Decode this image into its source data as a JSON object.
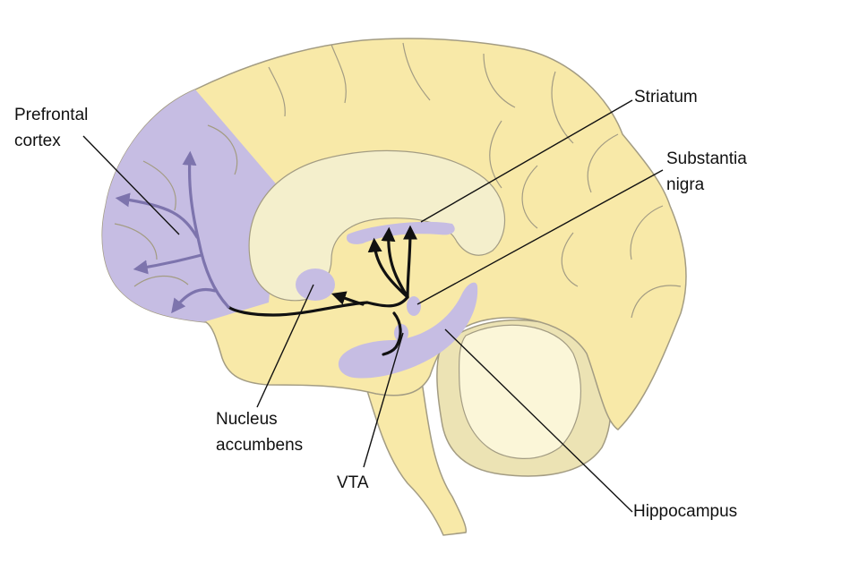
{
  "labels": {
    "prefrontal": {
      "line1": "Prefrontal",
      "line2": "cortex"
    },
    "striatum": {
      "line1": "Striatum"
    },
    "substantia": {
      "line1": "Substantia",
      "line2": "nigra"
    },
    "nucleus": {
      "line1": "Nucleus",
      "line2": "accumbens"
    },
    "vta": {
      "line1": "VTA"
    },
    "hippocampus": {
      "line1": "Hippocampus"
    }
  },
  "colors": {
    "brain_fill": "#f8e9a8",
    "brain_stroke": "#a39c83",
    "highlight": "#c6bde3",
    "highlight_stroke": "#7d74ad",
    "callosum": "#f4efcc",
    "pathway": "#111111",
    "pfc_pathway": "#7d74ad",
    "cerebellum_outer": "#ece3b4",
    "cerebellum_inner": "#fbf6d8"
  }
}
